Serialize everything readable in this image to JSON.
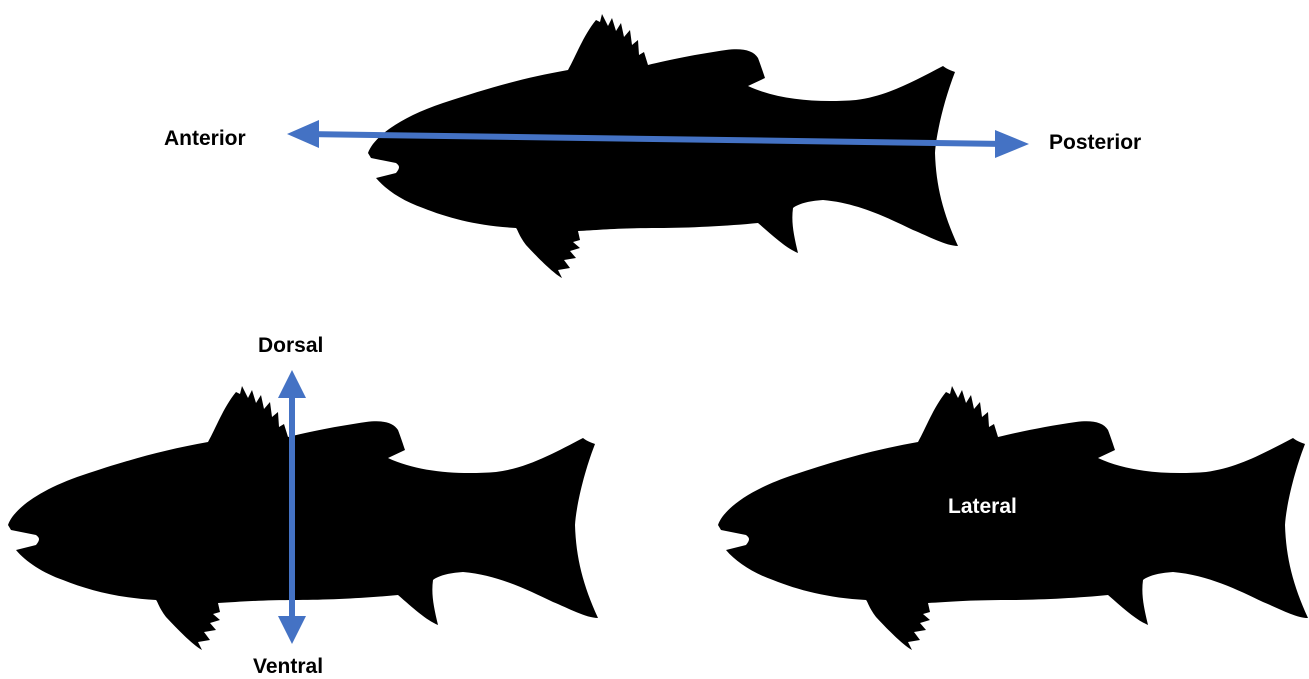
{
  "labels": {
    "anterior": "Anterior",
    "posterior": "Posterior",
    "dorsal": "Dorsal",
    "ventral": "Ventral",
    "lateral": "Lateral"
  },
  "colors": {
    "arrow": "#4472C4",
    "fish": "#000000",
    "text_dark": "#000000",
    "text_on_fish": "#ffffff",
    "background": "#ffffff"
  },
  "icons": [
    "fish-silhouette",
    "double-headed-arrow"
  ]
}
